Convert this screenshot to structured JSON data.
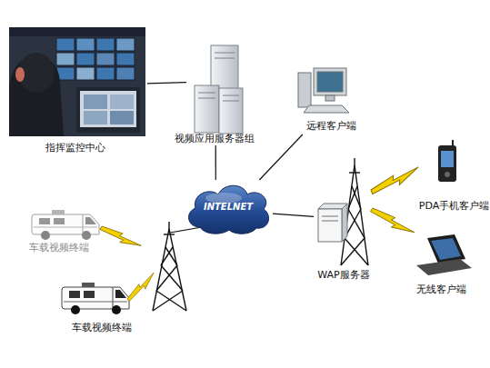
{
  "diagram": {
    "nodes": [
      {
        "text": [
          "指挥监控中心"
        ]
      },
      {
        "text": [
          "视频应用服务器组"
        ]
      },
      {
        "text": [
          "远程客户端"
        ]
      },
      {
        "text": [
          "INTELNET"
        ]
      },
      {
        "text": [
          "车载视频终端"
        ]
      },
      {
        "text": [
          "车载视频终端"
        ]
      },
      {
        "text": [
          "WAP服务器"
        ]
      },
      {
        "text": [
          "PDA手机客户端"
        ]
      },
      {
        "text": [
          "无线客户端"
        ]
      }
    ],
    "edges": [
      {
        "from": 0,
        "to": 1,
        "arrow": "none"
      },
      {
        "from": 1,
        "to": 3,
        "arrow": "none"
      },
      {
        "from": 2,
        "to": 3,
        "arrow": "none"
      },
      {
        "from": 3,
        "to": 6,
        "arrow": "none"
      }
    ]
  }
}
